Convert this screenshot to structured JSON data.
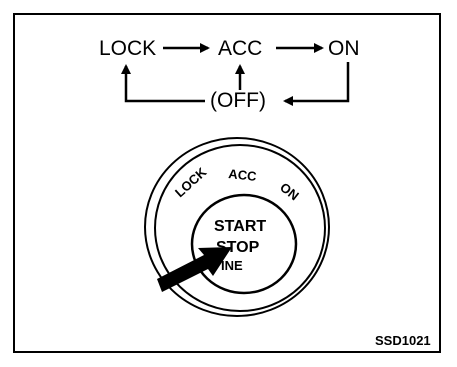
{
  "states": {
    "lock": "LOCK",
    "acc": "ACC",
    "on": "ON",
    "off": "(OFF)"
  },
  "switch": {
    "ring_lock": "LOCK",
    "ring_acc": "ACC",
    "ring_on": "ON",
    "start": "START",
    "stop": "STOP",
    "engine_partial": "INE"
  },
  "figure_code": "SSD1021"
}
